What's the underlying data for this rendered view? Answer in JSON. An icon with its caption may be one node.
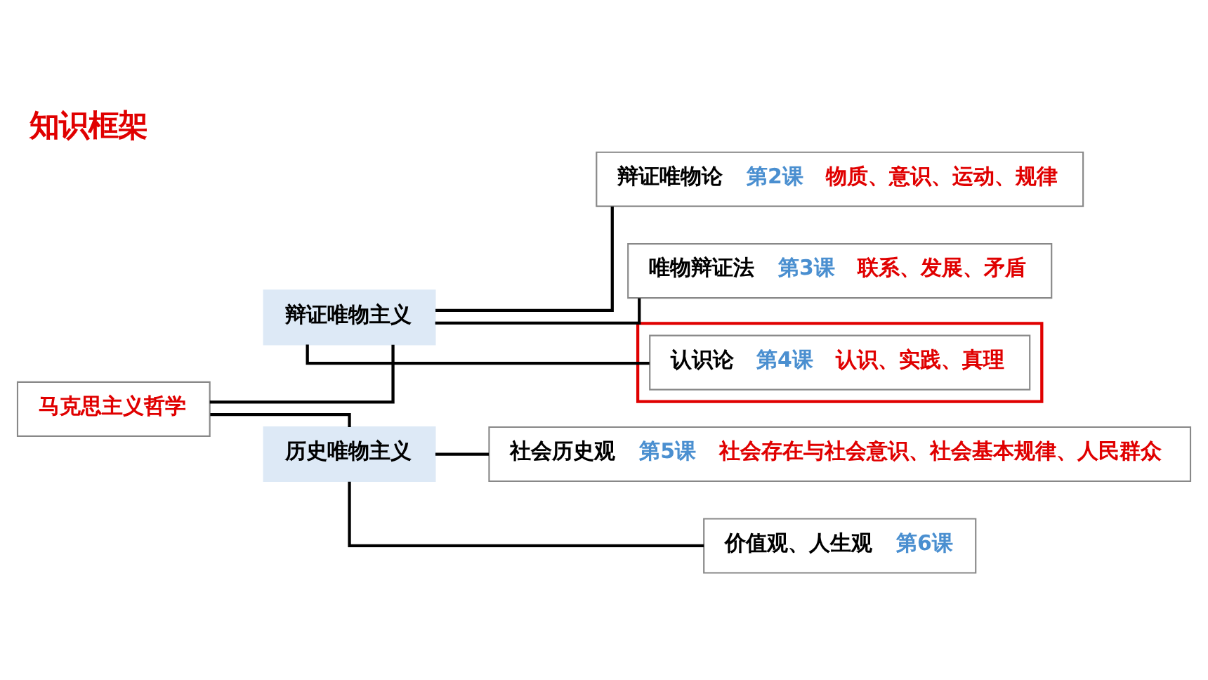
{
  "diagram": {
    "title": "知识框架",
    "nodes": [
      {
        "text": [
          "马克思主义哲学"
        ]
      },
      {
        "text": [
          "辩证唯物主义"
        ]
      },
      {
        "text": [
          "历史唯物主义"
        ]
      },
      {
        "text": [
          "辩证唯物论",
          "第2课",
          "物质、意识、运动、规律"
        ]
      },
      {
        "text": [
          "唯物辩证法",
          "第3课",
          "联系、发展、矛盾"
        ]
      },
      {
        "text": [],
        "shape": "box"
      },
      {
        "text": [
          "认识论",
          "第4课",
          "认识、实践、真理"
        ],
        "in": 5
      },
      {
        "text": [
          "社会历史观",
          "第5课",
          "社会存在与社会意识、社会基本规律、人民群众"
        ]
      },
      {
        "text": [
          "价值观、人生观",
          "第6课"
        ]
      }
    ],
    "edges": [
      {
        "from": 0,
        "to": 1,
        "arrow": "none"
      },
      {
        "from": 0,
        "to": 2,
        "arrow": "none"
      },
      {
        "from": 1,
        "to": 3,
        "arrow": "none"
      },
      {
        "from": 1,
        "to": 4,
        "arrow": "none"
      },
      {
        "from": 1,
        "to": 6,
        "arrow": "none"
      },
      {
        "from": 2,
        "to": 7,
        "arrow": "none"
      },
      {
        "from": 2,
        "to": 8,
        "arrow": "none"
      }
    ]
  }
}
